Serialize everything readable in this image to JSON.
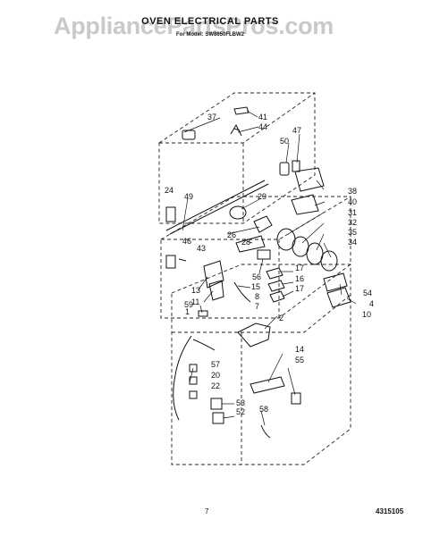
{
  "watermark": "AppliancePartsPros.com",
  "title": "OVEN ELECTRICAL PARTS",
  "subtitle": "For Model: SW8650FLBW2",
  "page_number": "7",
  "document_number": "4315105",
  "callouts": [
    "37",
    "41",
    "44",
    "47",
    "50",
    "24",
    "49",
    "29",
    "38",
    "40",
    "31",
    "32",
    "35",
    "34",
    "46",
    "43",
    "26",
    "28",
    "56",
    "17",
    "16",
    "17",
    "13",
    "11",
    "15",
    "8",
    "7",
    "59",
    "54",
    "4",
    "10",
    "2",
    "1",
    "57",
    "20",
    "22",
    "14",
    "55",
    "53",
    "52",
    "58"
  ]
}
